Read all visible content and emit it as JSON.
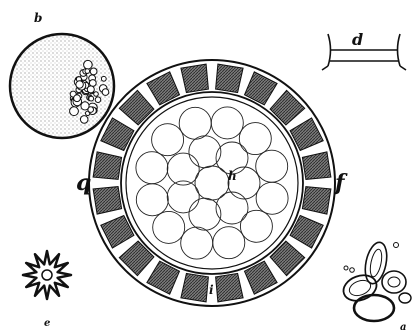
{
  "labels": {
    "b": "b",
    "d": "d",
    "q": "q",
    "f": "f",
    "h": "h",
    "i": "i",
    "e": "e",
    "a": "a"
  },
  "colors": {
    "ink": "#111111",
    "paper": "#ffffff",
    "hatch": "#555555"
  }
}
